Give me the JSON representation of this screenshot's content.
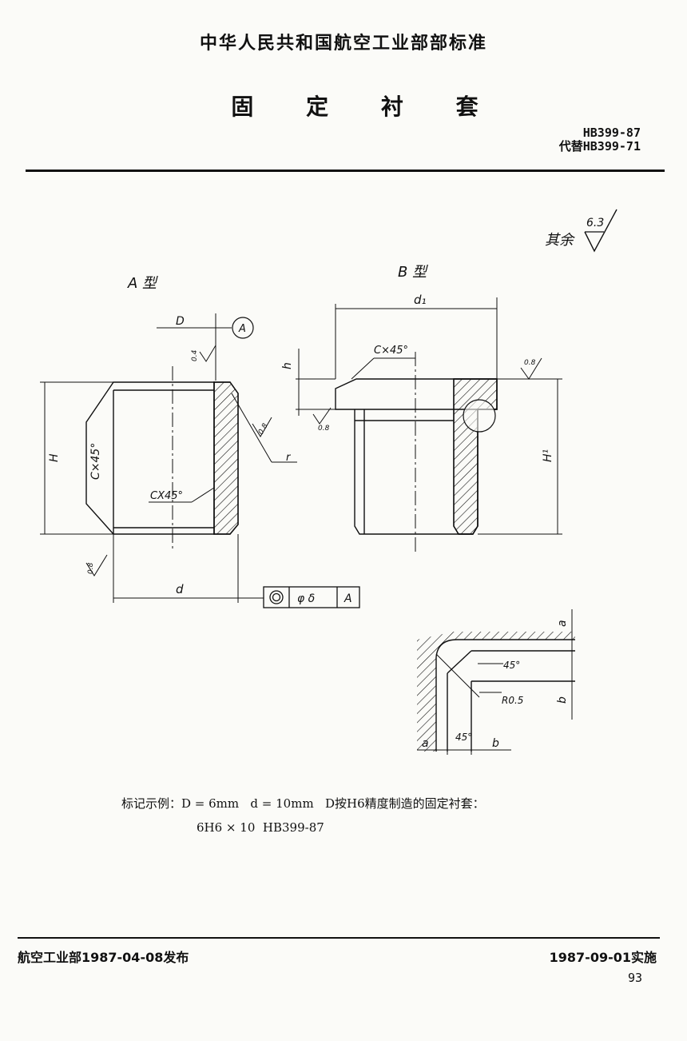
{
  "header": {
    "organization": "中华人民共和国航空工业部部标准",
    "title": "固 定 衬 套",
    "standard_number": "HB399-87",
    "replaces": "代替HB399-71"
  },
  "drawing": {
    "roughness_note_label": "其余",
    "roughness_note_value": "6.3",
    "type_a_label": "A 型",
    "type_b_label": "B 型",
    "labels": {
      "D": "D",
      "datum_a": "A",
      "ra_04": "0.4",
      "ra_08": "0.8",
      "H": "H",
      "chamfer": "C×45°",
      "chamfer2": "CX45°",
      "r": "r",
      "d": "d",
      "d1": "d₁",
      "h": "h",
      "H1": "H¹",
      "tolerance_value": "φ δ",
      "tolerance_datum": "A",
      "a": "a",
      "b": "b",
      "angle45": "45°",
      "r05": "R0.5"
    }
  },
  "marking_example": {
    "line1": "标记示例：D = 6mm   d = 10mm   D按H6精度制造的固定衬套：",
    "line2": "6H6 × 10  HB399-87"
  },
  "footer": {
    "issued": "航空工业部1987-04-08发布",
    "effective": "1987-09-01实施",
    "page_number": "93"
  }
}
